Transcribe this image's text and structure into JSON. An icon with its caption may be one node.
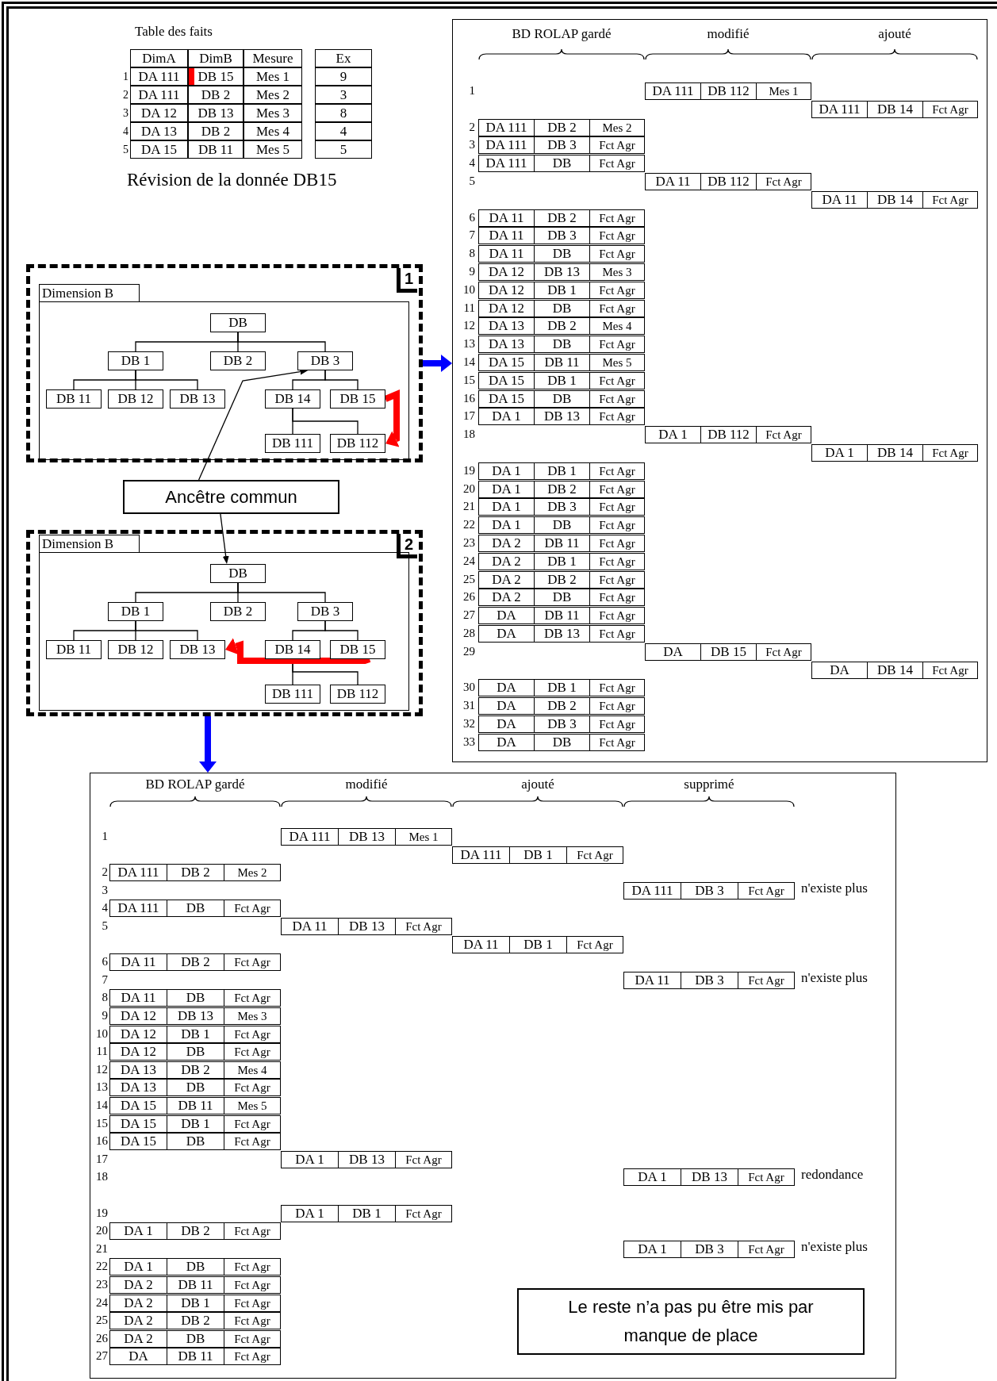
{
  "diagram": {
    "nodes": [
      {
        "text": [
          "1"
        ]
      },
      {
        "text": [
          "Dimension B"
        ],
        "in": 0
      },
      {
        "text": [
          "DB"
        ],
        "in": 1
      },
      {
        "text": [
          "DB 1"
        ],
        "in": 1
      },
      {
        "text": [
          "DB 2"
        ],
        "in": 1
      },
      {
        "text": [
          "DB 3"
        ],
        "in": 1
      },
      {
        "text": [
          "DB 11"
        ],
        "in": 1
      },
      {
        "text": [
          "DB 12"
        ],
        "in": 1
      },
      {
        "text": [
          "DB 13"
        ],
        "in": 1
      },
      {
        "text": [
          "DB 14"
        ],
        "in": 1
      },
      {
        "text": [
          "DB 15"
        ],
        "in": 1
      },
      {
        "text": [
          "DB 111"
        ],
        "in": 1
      },
      {
        "text": [
          "DB 112"
        ],
        "in": 1
      },
      {
        "text": [
          "Ancêtre commun"
        ]
      },
      {
        "text": [
          "2"
        ]
      },
      {
        "text": [
          "Dimension B"
        ],
        "in": 14
      },
      {
        "text": [
          "DB"
        ],
        "in": 15
      },
      {
        "text": [
          "DB 1"
        ],
        "in": 15
      },
      {
        "text": [
          "DB 2"
        ],
        "in": 15
      },
      {
        "text": [
          "DB 3"
        ],
        "in": 15
      },
      {
        "text": [
          "DB 11"
        ],
        "in": 15
      },
      {
        "text": [
          "DB 12"
        ],
        "in": 15
      },
      {
        "text": [
          "DB 13"
        ],
        "in": 15
      },
      {
        "text": [
          "DB 14"
        ],
        "in": 15
      },
      {
        "text": [
          "DB 15"
        ],
        "in": 15
      },
      {
        "text": [
          "DB 111"
        ],
        "in": 15
      },
      {
        "text": [
          "DB 112"
        ],
        "in": 15
      },
      {
        "text": [
          "BD ROLAP gardé",
          "modifié",
          "ajouté"
        ]
      },
      {
        "text": [
          "BD ROLAP gardé",
          "modifié",
          "ajouté",
          "supprimé"
        ]
      },
      {
        "text": [
          "Le reste n’a pas pu être mis par manque de place"
        ],
        "in": 28
      }
    ],
    "edges": [
      {
        "from": 2,
        "to": 3,
        "arrow": "none"
      },
      {
        "from": 2,
        "to": 4,
        "arrow": "none"
      },
      {
        "from": 2,
        "to": 5,
        "arrow": "none"
      },
      {
        "from": 3,
        "to": 6,
        "arrow": "none"
      },
      {
        "from": 3,
        "to": 7,
        "arrow": "none"
      },
      {
        "from": 3,
        "to": 8,
        "arrow": "none"
      },
      {
        "from": 5,
        "to": 9,
        "arrow": "none"
      },
      {
        "from": 5,
        "to": 10,
        "arrow": "none"
      },
      {
        "from": 9,
        "to": 11,
        "arrow": "none"
      },
      {
        "from": 9,
        "to": 12,
        "arrow": "none"
      },
      {
        "from": 10,
        "to": 12,
        "arrow": "to",
        "style": "thick",
        "color": "#ff0000"
      },
      {
        "from": 13,
        "to": 5,
        "arrow": "to"
      },
      {
        "from": 13,
        "to": 16,
        "arrow": "to"
      },
      {
        "from": 16,
        "to": 17,
        "arrow": "none"
      },
      {
        "from": 16,
        "to": 18,
        "arrow": "none"
      },
      {
        "from": 16,
        "to": 19,
        "arrow": "none"
      },
      {
        "from": 17,
        "to": 20,
        "arrow": "none"
      },
      {
        "from": 17,
        "to": 21,
        "arrow": "none"
      },
      {
        "from": 17,
        "to": 22,
        "arrow": "none"
      },
      {
        "from": 19,
        "to": 23,
        "arrow": "none"
      },
      {
        "from": 19,
        "to": 24,
        "arrow": "none"
      },
      {
        "from": 23,
        "to": 25,
        "arrow": "none"
      },
      {
        "from": 23,
        "to": 26,
        "arrow": "none"
      },
      {
        "from": 24,
        "to": 22,
        "arrow": "to",
        "style": "thick",
        "color": "#ff0000"
      },
      {
        "from": 0,
        "to": 27,
        "arrow": "to",
        "style": "thick",
        "color": "#0000ff"
      },
      {
        "from": 14,
        "to": 28,
        "arrow": "to",
        "style": "thick",
        "color": "#0000ff"
      }
    ],
    "labels": [
      "Table des faits",
      "DimA",
      "DimB",
      "Mesure",
      "Ex",
      "1",
      "DA 111",
      "DB 15",
      "Mes 1",
      "9",
      "2",
      "DA 111",
      "DB 2",
      "Mes 2",
      "3",
      "3",
      "DA 12",
      "DB 13",
      "Mes 3",
      "8",
      "4",
      "DA 13",
      "DB 2",
      "Mes 4",
      "4",
      "5",
      "DA 15",
      "DB 11",
      "Mes 5",
      "5",
      "Révision de la donnée DB15",
      "1",
      "DA 111",
      "DB 112",
      "Mes 1",
      "DA 111",
      "DB 14",
      "Fct Agr",
      "2",
      "DA 111",
      "DB 2",
      "Mes 2",
      "3",
      "DA 111",
      "DB 3",
      "Fct Agr",
      "4",
      "DA 111",
      "DB",
      "Fct Agr",
      "5",
      "DA 11",
      "DB 112",
      "Fct Agr",
      "DA 11",
      "DB 14",
      "Fct Agr",
      "6",
      "DA 11",
      "DB 2",
      "Fct Agr",
      "7",
      "DA 11",
      "DB 3",
      "Fct Agr",
      "8",
      "DA 11",
      "DB",
      "Fct Agr",
      "9",
      "DA 12",
      "DB 13",
      "Mes 3",
      "10",
      "DA 12",
      "DB 1",
      "Fct Agr",
      "11",
      "DA 12",
      "DB",
      "Fct Agr",
      "12",
      "DA 13",
      "DB 2",
      "Mes 4",
      "13",
      "DA 13",
      "DB",
      "Fct Agr",
      "14",
      "DA 15",
      "DB 11",
      "Mes 5",
      "15",
      "DA 15",
      "DB 1",
      "Fct Agr",
      "16",
      "DA 15",
      "DB",
      "Fct Agr",
      "17",
      "DA 1",
      "DB 13",
      "Fct Agr",
      "18",
      "DA 1",
      "DB 112",
      "Fct Agr",
      "DA 1",
      "DB 14",
      "Fct Agr",
      "19",
      "DA 1",
      "DB 1",
      "Fct Agr",
      "20",
      "DA 1",
      "DB 2",
      "Fct Agr",
      "21",
      "DA 1",
      "DB 3",
      "Fct Agr",
      "22",
      "DA 1",
      "DB",
      "Fct Agr",
      "23",
      "DA 2",
      "DB 11",
      "Fct Agr",
      "24",
      "DA 2",
      "DB 1",
      "Fct Agr",
      "25",
      "DA 2",
      "DB 2",
      "Fct Agr",
      "26",
      "DA 2",
      "DB",
      "Fct Agr",
      "27",
      "DA",
      "DB 11",
      "Fct Agr",
      "28",
      "DA",
      "DB 13",
      "Fct Agr",
      "29",
      "DA",
      "DB 15",
      "Fct Agr",
      "DA",
      "DB 14",
      "Fct Agr",
      "30",
      "DA",
      "DB 1",
      "Fct Agr",
      "31",
      "DA",
      "DB 2",
      "Fct Agr",
      "32",
      "DA",
      "DB 3",
      "Fct Agr",
      "33",
      "DA",
      "DB",
      "Fct Agr",
      "1",
      "DA 111",
      "DB 13",
      "Mes 1",
      "DA 111",
      "DB 1",
      "Fct Agr",
      "2",
      "DA 111",
      "DB 2",
      "Mes 2",
      "3",
      "DA 111",
      "DB 3",
      "Fct Agr",
      "n'existe plus",
      "4",
      "DA 111",
      "DB",
      "Fct Agr",
      "5",
      "DA 11",
      "DB 13",
      "Fct Agr",
      "DA 11",
      "DB 1",
      "Fct Agr",
      "6",
      "DA 11",
      "DB 2",
      "Fct Agr",
      "7",
      "DA 11",
      "DB 3",
      "Fct Agr",
      "n'existe plus",
      "8",
      "DA 11",
      "DB",
      "Fct Agr",
      "9",
      "DA 12",
      "DB 13",
      "Mes 3",
      "10",
      "DA 12",
      "DB 1",
      "Fct Agr",
      "11",
      "DA 12",
      "DB",
      "Fct Agr",
      "12",
      "DA 13",
      "DB 2",
      "Mes 4",
      "13",
      "DA 13",
      "DB",
      "Fct Agr",
      "14",
      "DA 15",
      "DB 11",
      "Mes 5",
      "15",
      "DA 15",
      "DB 1",
      "Fct Agr",
      "16",
      "DA 15",
      "DB",
      "Fct Agr",
      "17",
      "DA 1",
      "DB 13",
      "Fct Agr",
      "18",
      "DA 1",
      "DB 13",
      "Fct Agr",
      "redondance",
      "19",
      "DA 1",
      "DB 1",
      "Fct Agr",
      "20",
      "DA 1",
      "DB 2",
      "Fct Agr",
      "21",
      "DA 1",
      "DB 3",
      "Fct Agr",
      "n'existe plus",
      "22",
      "DA 1",
      "DB",
      "Fct Agr",
      "23",
      "DA 2",
      "DB 11",
      "Fct Agr",
      "24",
      "DA 2",
      "DB 1",
      "Fct Agr",
      "25",
      "DA 2",
      "DB 2",
      "Fct Agr",
      "26",
      "DA 2",
      "DB",
      "Fct Agr",
      "27",
      "DA",
      "DB 11",
      "Fct Agr"
    ]
  }
}
